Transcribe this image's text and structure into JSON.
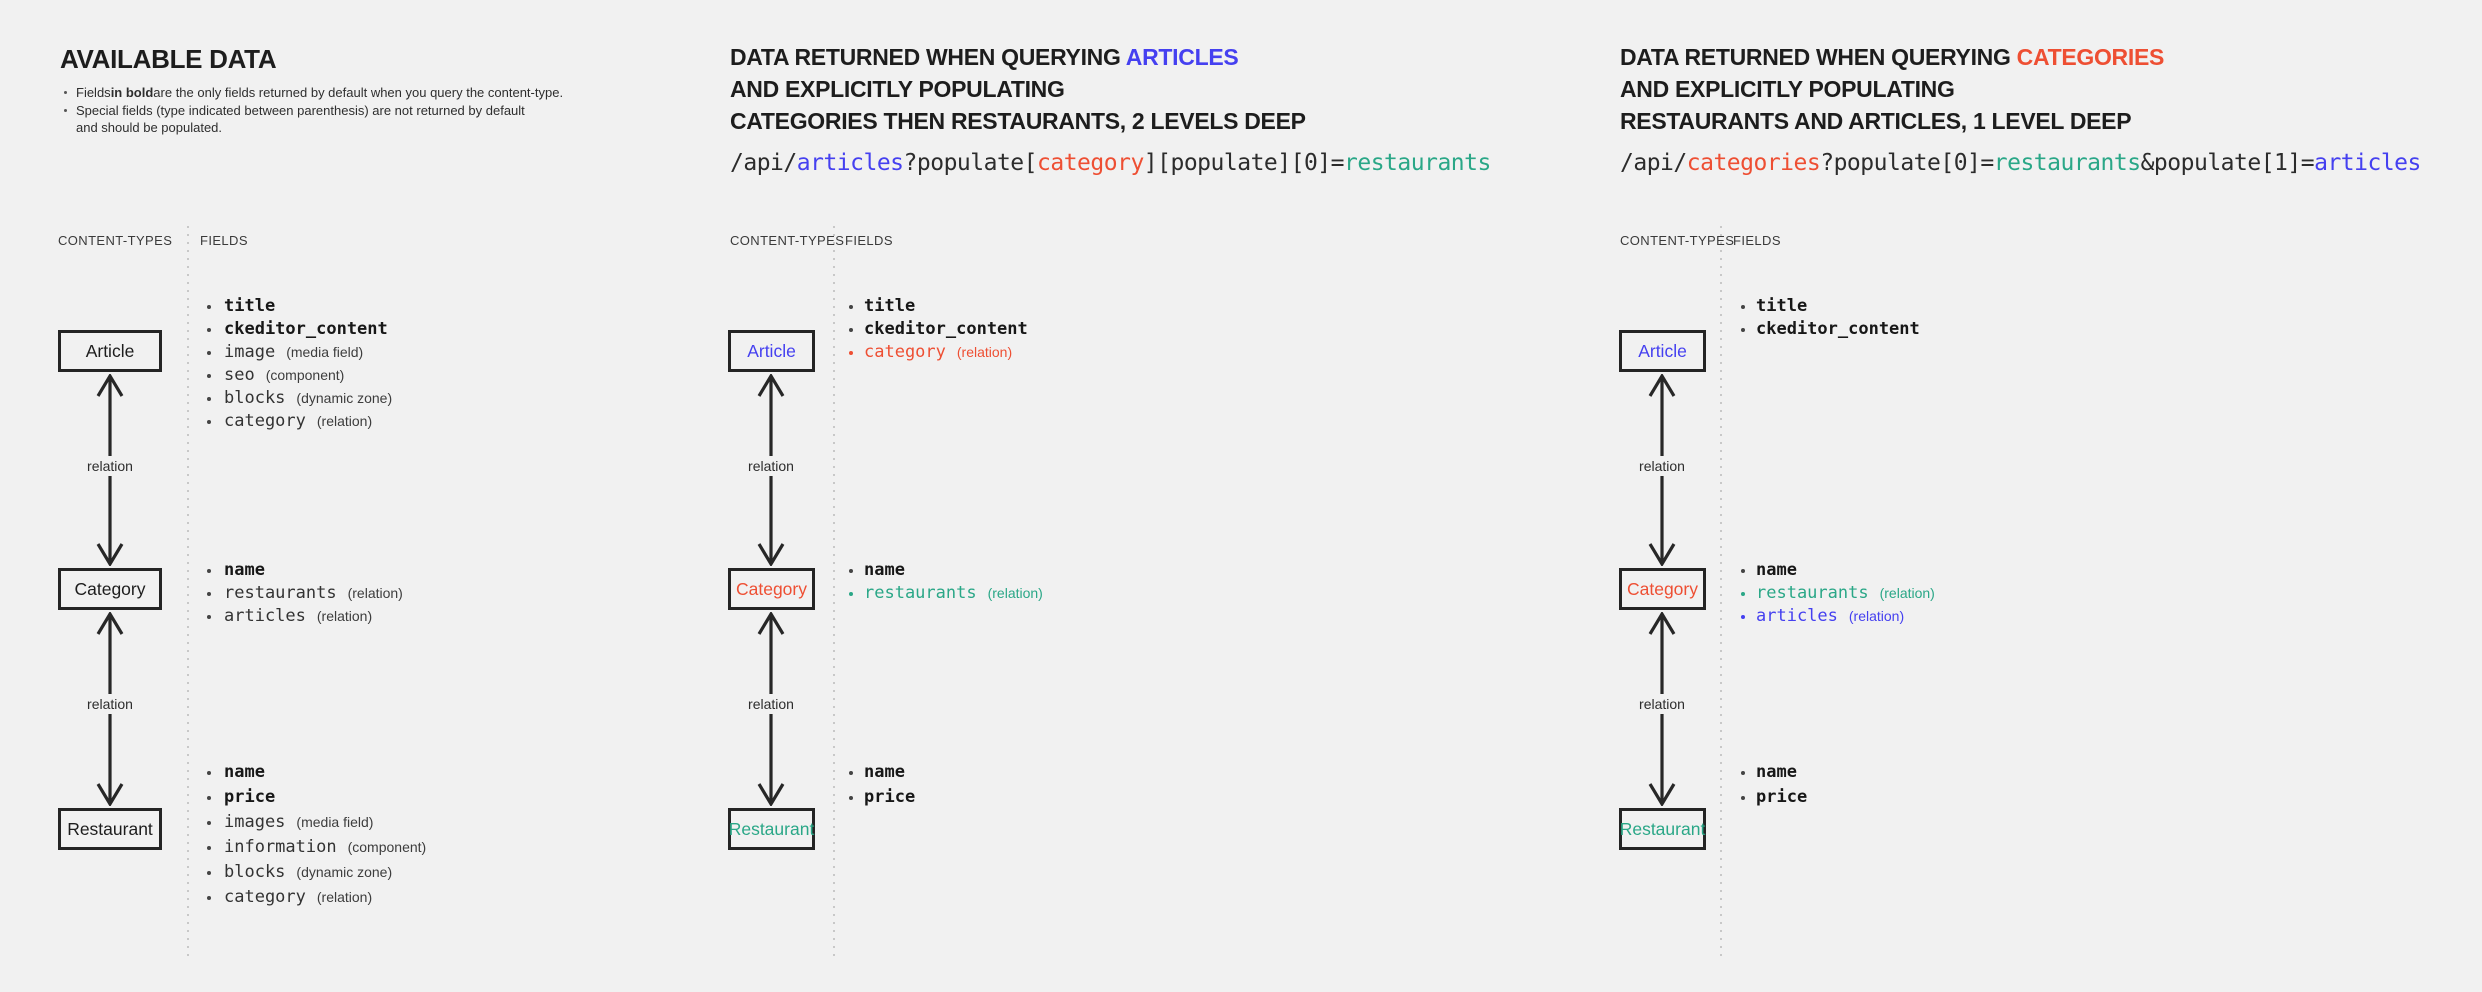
{
  "background": "#f1f1f1",
  "colors": {
    "ink": "#1d1d1d",
    "blue": "#4540f0",
    "red": "#ee4f33",
    "teal": "#2aa787"
  },
  "shared": {
    "content_types_label": "CONTENT-TYPES",
    "fields_label": "FIELDS",
    "relation_label": "relation"
  },
  "panels": [
    {
      "name": "available-data",
      "title_lines": [
        [
          {
            "t": "AVAILABLE DATA"
          }
        ]
      ],
      "notes": [
        {
          "bullet": true,
          "segments": [
            {
              "t": "Fields "
            },
            {
              "t": "in bold",
              "bold": true
            },
            {
              "t": " are the only fields returned by default when you query the content-type."
            }
          ]
        },
        {
          "bullet": true,
          "segments": [
            {
              "t": "Special fields (type indicated between parenthesis) are not returned by default"
            }
          ]
        },
        {
          "bullet": false,
          "segments": [
            {
              "t": "and should be populated."
            }
          ]
        }
      ],
      "api_segments": null,
      "entities": [
        {
          "label": "Article",
          "color": "ink",
          "fields": [
            {
              "name": "title",
              "bold": true
            },
            {
              "name": "ckeditor_content",
              "bold": true
            },
            {
              "name": "image",
              "annotation": "(media field)"
            },
            {
              "name": "seo",
              "annotation": "(component)"
            },
            {
              "name": "blocks",
              "annotation": "(dynamic zone)"
            },
            {
              "name": "category",
              "annotation": "(relation)"
            }
          ]
        },
        {
          "label": "Category",
          "color": "ink",
          "fields": [
            {
              "name": "name",
              "bold": true
            },
            {
              "name": "restaurants",
              "annotation": "(relation)"
            },
            {
              "name": "articles",
              "annotation": "(relation)"
            }
          ]
        },
        {
          "label": "Restaurant",
          "color": "ink",
          "fields": [
            {
              "name": "name",
              "bold": true
            },
            {
              "name": "price",
              "bold": true
            },
            {
              "name": "images",
              "annotation": "(media field)"
            },
            {
              "name": "information",
              "annotation": "(component)"
            },
            {
              "name": "blocks",
              "annotation": "(dynamic zone)"
            },
            {
              "name": "category",
              "annotation": "(relation)"
            }
          ]
        }
      ]
    },
    {
      "name": "query-articles",
      "title_lines": [
        [
          {
            "t": "DATA RETURNED WHEN QUERYING "
          },
          {
            "t": "ARTICLES",
            "c": "blue"
          }
        ],
        [
          {
            "t": "AND EXPLICITLY POPULATING"
          }
        ],
        [
          {
            "t": "CATEGORIES THEN RESTAURANTS, 2 LEVELS DEEP"
          }
        ]
      ],
      "notes": [],
      "api_segments": [
        {
          "t": "/api/"
        },
        {
          "t": "articles",
          "c": "blue"
        },
        {
          "t": "?populate["
        },
        {
          "t": "category",
          "c": "red"
        },
        {
          "t": "][populate][0]="
        },
        {
          "t": "restaurants",
          "c": "teal"
        }
      ],
      "entities": [
        {
          "label": "Article",
          "color": "blue",
          "fields": [
            {
              "name": "title",
              "bold": true
            },
            {
              "name": "ckeditor_content",
              "bold": true
            },
            {
              "name": "category",
              "annotation": "(relation)",
              "c": "red"
            }
          ]
        },
        {
          "label": "Category",
          "color": "red",
          "fields": [
            {
              "name": "name",
              "bold": true
            },
            {
              "name": "restaurants",
              "annotation": "(relation)",
              "c": "teal"
            }
          ]
        },
        {
          "label": "Restaurant",
          "color": "teal",
          "fields": [
            {
              "name": "name",
              "bold": true
            },
            {
              "name": "price",
              "bold": true
            }
          ]
        }
      ]
    },
    {
      "name": "query-categories",
      "title_lines": [
        [
          {
            "t": "DATA RETURNED WHEN QUERYING "
          },
          {
            "t": "CATEGORIES",
            "c": "red"
          }
        ],
        [
          {
            "t": "AND EXPLICITLY POPULATING"
          }
        ],
        [
          {
            "t": "RESTAURANTS AND ARTICLES, 1 LEVEL DEEP"
          }
        ]
      ],
      "notes": [],
      "api_segments": [
        {
          "t": "/api/"
        },
        {
          "t": "categories",
          "c": "red"
        },
        {
          "t": "?populate[0]="
        },
        {
          "t": "restaurants",
          "c": "teal"
        },
        {
          "t": "&populate[1]="
        },
        {
          "t": "articles",
          "c": "blue"
        }
      ],
      "entities": [
        {
          "label": "Article",
          "color": "blue",
          "fields": [
            {
              "name": "title",
              "bold": true
            },
            {
              "name": "ckeditor_content",
              "bold": true
            }
          ]
        },
        {
          "label": "Category",
          "color": "red",
          "fields": [
            {
              "name": "name",
              "bold": true
            },
            {
              "name": "restaurants",
              "annotation": "(relation)",
              "c": "teal"
            },
            {
              "name": "articles",
              "annotation": "(relation)",
              "c": "blue"
            }
          ]
        },
        {
          "label": "Restaurant",
          "color": "teal",
          "fields": [
            {
              "name": "name",
              "bold": true
            },
            {
              "name": "price",
              "bold": true
            }
          ]
        }
      ]
    }
  ]
}
